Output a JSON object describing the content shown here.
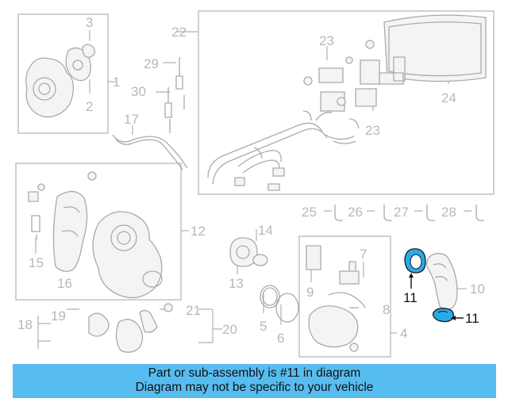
{
  "callouts": {
    "n1": "1",
    "n2": "2",
    "n3": "3",
    "n4": "4",
    "n5": "5",
    "n6": "6",
    "n7": "7",
    "n8": "8",
    "n9": "9",
    "n10": "10",
    "n11a": "11",
    "n11b": "11",
    "n12": "12",
    "n13": "13",
    "n14": "14",
    "n15": "15",
    "n16": "16",
    "n17": "17",
    "n18": "18",
    "n19": "19",
    "n20": "20",
    "n21": "21",
    "n22": "22",
    "n23a": "23",
    "n23b": "23",
    "n24": "24",
    "n25": "25",
    "n26": "26",
    "n27": "27",
    "n28": "28",
    "n29": "29",
    "n30": "30"
  },
  "highlight_color": "#2aa9e8",
  "banner": {
    "line1": "Part or sub-assembly is #11 in diagram",
    "line2": "Diagram may not be specific to your vehicle",
    "color": "#57bdf0"
  }
}
